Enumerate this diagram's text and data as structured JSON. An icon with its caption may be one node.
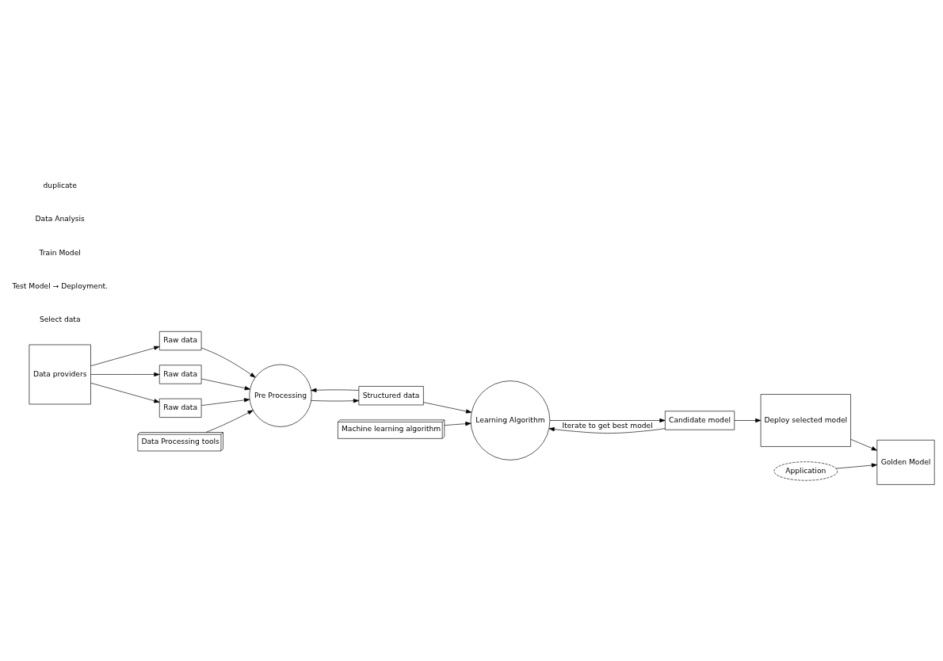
{
  "diagram": {
    "nodes": [
      {
        "text": [
          "Data providers"
        ]
      },
      {
        "text": [
          "Raw data"
        ]
      },
      {
        "text": [
          "Raw data"
        ]
      },
      {
        "text": [
          "Raw data"
        ]
      },
      {
        "text": [
          "Pre Processing"
        ]
      },
      {
        "text": [
          "Data Processing tools"
        ]
      },
      {
        "text": [
          "Structured data"
        ]
      },
      {
        "text": [
          "Machine learning algorithm"
        ]
      },
      {
        "text": [
          "Learning Algorithm"
        ]
      },
      {
        "text": [
          "Candidate model"
        ]
      },
      {
        "text": [
          "Deploy selected model"
        ]
      },
      {
        "text": [
          "Golden Model"
        ]
      },
      {
        "text": [
          "Application"
        ]
      }
    ],
    "edges": [
      {
        "from": 0,
        "to": 1,
        "arrow": "to"
      },
      {
        "from": 0,
        "to": 2,
        "arrow": "to"
      },
      {
        "from": 0,
        "to": 3,
        "arrow": "to"
      },
      {
        "from": 1,
        "to": 4,
        "arrow": "to"
      },
      {
        "from": 2,
        "to": 4,
        "arrow": "to"
      },
      {
        "from": 3,
        "to": 4,
        "arrow": "to"
      },
      {
        "from": 5,
        "to": 4,
        "arrow": "to"
      },
      {
        "from": 6,
        "to": 4,
        "arrow": "to"
      },
      {
        "from": 4,
        "to": 6,
        "arrow": "to"
      },
      {
        "from": 6,
        "to": 8,
        "arrow": "to"
      },
      {
        "from": 7,
        "to": 8,
        "arrow": "to"
      },
      {
        "from": 9,
        "to": 8,
        "arrow": "to",
        "label": "Iterate to get best model"
      },
      {
        "from": 8,
        "to": 9,
        "arrow": "to"
      },
      {
        "from": 9,
        "to": 10,
        "arrow": "to"
      },
      {
        "from": 10,
        "to": 11,
        "arrow": "to"
      },
      {
        "from": 12,
        "to": 11,
        "arrow": "to"
      }
    ],
    "labels": [
      "duplicate",
      "Data Analysis",
      "Train Model",
      "Test Model → Deployment.",
      "Select data"
    ]
  }
}
